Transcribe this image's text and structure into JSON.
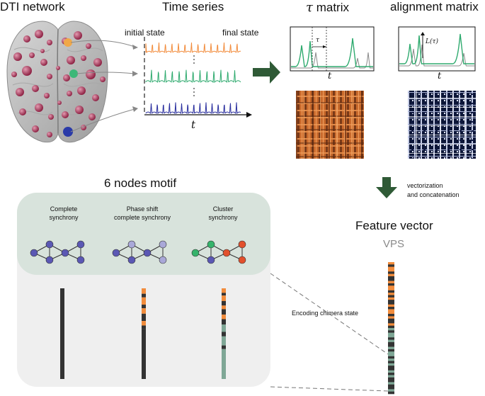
{
  "titles": {
    "dti": "DTI network",
    "time_series": "Time series",
    "tau_symbol": "τ",
    "tau_suffix": "matrix",
    "alignment": "alignment matrix",
    "motif": "6 nodes motif",
    "feature_vector": "Feature vector",
    "vps": "VPS"
  },
  "labels": {
    "initial_state": "initial state",
    "final_state": "final state",
    "t_axis": "t",
    "tau_mark": "τ",
    "L_tau": "L(τ)",
    "vectorization_line1": "vectorization",
    "vectorization_line2": "and concatenation",
    "encoding": "Encoding chimera state"
  },
  "motifs": [
    {
      "line1": "Complete",
      "line2": "synchrony"
    },
    {
      "line1": "Phase shift",
      "line2": "complete synchrony"
    },
    {
      "line1": "Cluster",
      "line2": "synchrony"
    }
  ],
  "colors": {
    "orange": "#f28c3c",
    "green": "#2eaa6e",
    "blue": "#2a2f9e",
    "node_purple": "#5b58b4",
    "node_light": "#a9a8d8",
    "node_red": "#e2502c",
    "node_green": "#35b36b",
    "motif_bg": "#d8e3dc",
    "lower_bg": "#efefef",
    "arrow_green": "#2f5a36",
    "brain_node": "#a0304f"
  }
}
